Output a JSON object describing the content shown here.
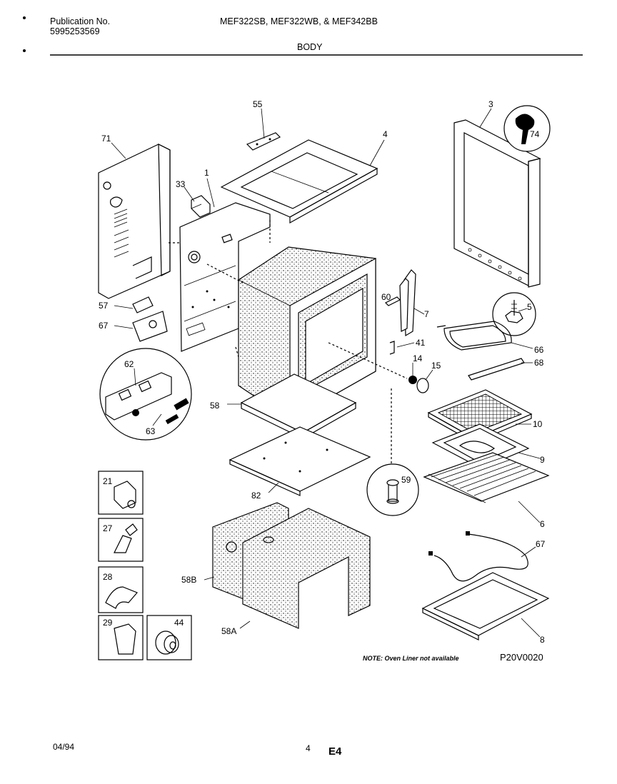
{
  "header": {
    "publication_label": "Publication No.",
    "publication_number": "5995253569",
    "models": "MEF322SB, MEF322WB, & MEF342BB",
    "section": "BODY"
  },
  "callouts": [
    "55",
    "3",
    "4",
    "71",
    "74",
    "33",
    "1",
    "57",
    "60",
    "7",
    "5",
    "67",
    "41",
    "66",
    "14",
    "15",
    "68",
    "62",
    "58",
    "10",
    "63",
    "9",
    "82",
    "59",
    "6",
    "21",
    "27",
    "67",
    "28",
    "58B",
    "29",
    "44",
    "58A",
    "8"
  ],
  "note": "NOTE: Oven Liner not available",
  "drawing_code": "P20V0020",
  "footer": {
    "date": "04/94",
    "page": "4",
    "code": "E4"
  }
}
